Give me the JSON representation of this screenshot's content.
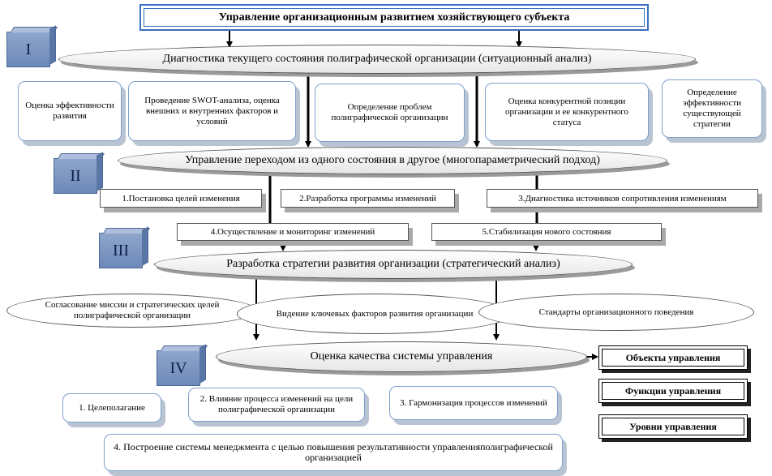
{
  "title": "Управление организационным развитием хозяйствующего субъекта",
  "stages": [
    {
      "numeral": "I",
      "heading": "Диагностика текущего состояния полиграфической организации (ситуационный анализ)",
      "items": [
        "Оценка эффективности развития",
        "Проведение SWOT-анализа, оценка внешних и внутренних факторов и условий",
        "Определение проблем полиграфической организации",
        "Оценка конкурентной позиции организации и ее конкурентного статуса",
        "Определение эффективности существующей стратегии"
      ]
    },
    {
      "numeral": "II",
      "heading": "Управление переходом из одного состояния в другое (многопараметрический подход)",
      "items": [
        "1.Постановка целей изменения",
        "2.Разработка программы изменений",
        "3.Диагностика источников сопротивления изменениям",
        "4.Осуществление и мониторинг изменений",
        "5.Стабилизация нового состояния"
      ]
    },
    {
      "numeral": "III",
      "heading": "Разработка стратегии развития организации (стратегический анализ)",
      "items": [
        "Согласование миссии и стратегических целей полиграфической организации",
        "Видение ключевых факторов развития организации",
        "Стандарты организационного поведения"
      ]
    },
    {
      "numeral": "IV",
      "heading": "Оценка качества системы управления",
      "items": [
        "1. Целеполагание",
        "2. Влияние процесса изменений на цели полиграфической организации",
        "3. Гармонизация процессов изменений",
        "4. Построение системы менеджмента с целью повышения результативности управленияполиграфической организацией"
      ]
    }
  ],
  "management": [
    "Объекты управления",
    "Функции управления",
    "Уровни управления"
  ]
}
